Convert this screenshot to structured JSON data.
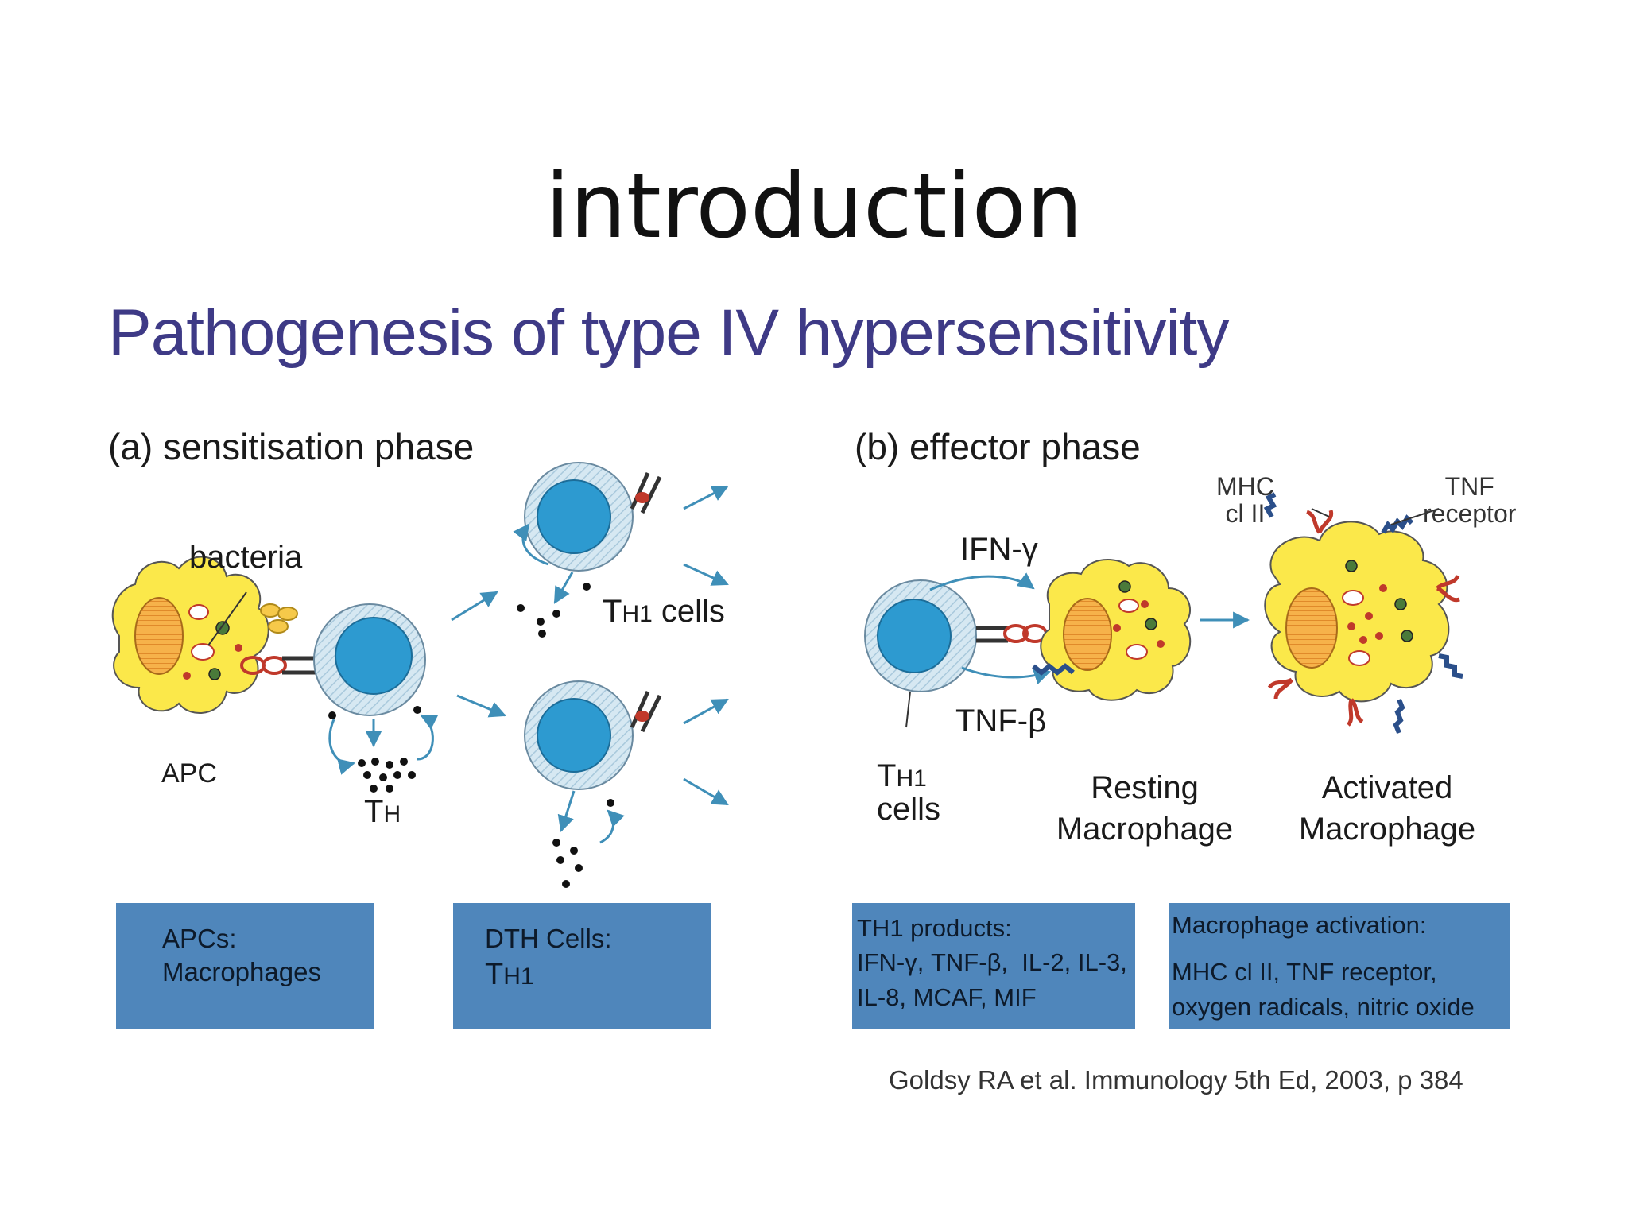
{
  "slide": {
    "title": "introduction"
  },
  "figure": {
    "title": "Pathogenesis of type IV hypersensitivity",
    "phase_a": {
      "label": "(a) sensitisation phase",
      "bacteria": "bacteria",
      "apc": "APC",
      "th_main": "T",
      "th_sub": "H",
      "th1_main": "T",
      "th1_sub": "H1",
      "th1_suffix": " cells"
    },
    "phase_b": {
      "label": "(b) effector phase",
      "mhc_line1": "MHC",
      "mhc_line2": "cl II",
      "tnf_line1": "TNF",
      "tnf_line2": "receptor",
      "ifn": "IFN-γ",
      "tnfb": "TNF-β",
      "th1_main": "T",
      "th1_sub": "H1",
      "th1_line2": "cells",
      "resting_line1": "Resting",
      "resting_line2": "Macrophage",
      "activated_line1": "Activated",
      "activated_line2": "Macrophage"
    },
    "boxes": [
      {
        "line1": "APCs:",
        "line2": "Macrophages"
      },
      {
        "line1": "DTH Cells:",
        "line2_main": "T",
        "line2_sub": "H1"
      },
      {
        "line1": "TH1 products:",
        "line2": "IFN-γ, TNF-β,  IL-2, IL-3,",
        "line3": "IL-8, MCAF, MIF"
      },
      {
        "line1": "Macrophage activation:",
        "line2": "MHC cl II, TNF receptor,",
        "line3": "oxygen radicals, nitric oxide"
      }
    ],
    "citation": "Goldsy RA et al.  Immunology 5th Ed, 2003, p 384"
  },
  "colors": {
    "title_blue": "#3e3a86",
    "box_blue": "#4f86bb",
    "macrophage_yellow": "#fbe84a",
    "nucleus_blue": "#2d9ad0",
    "tcell_fill": "#d6e8f2",
    "arrow_blue": "#3f8fb8"
  }
}
